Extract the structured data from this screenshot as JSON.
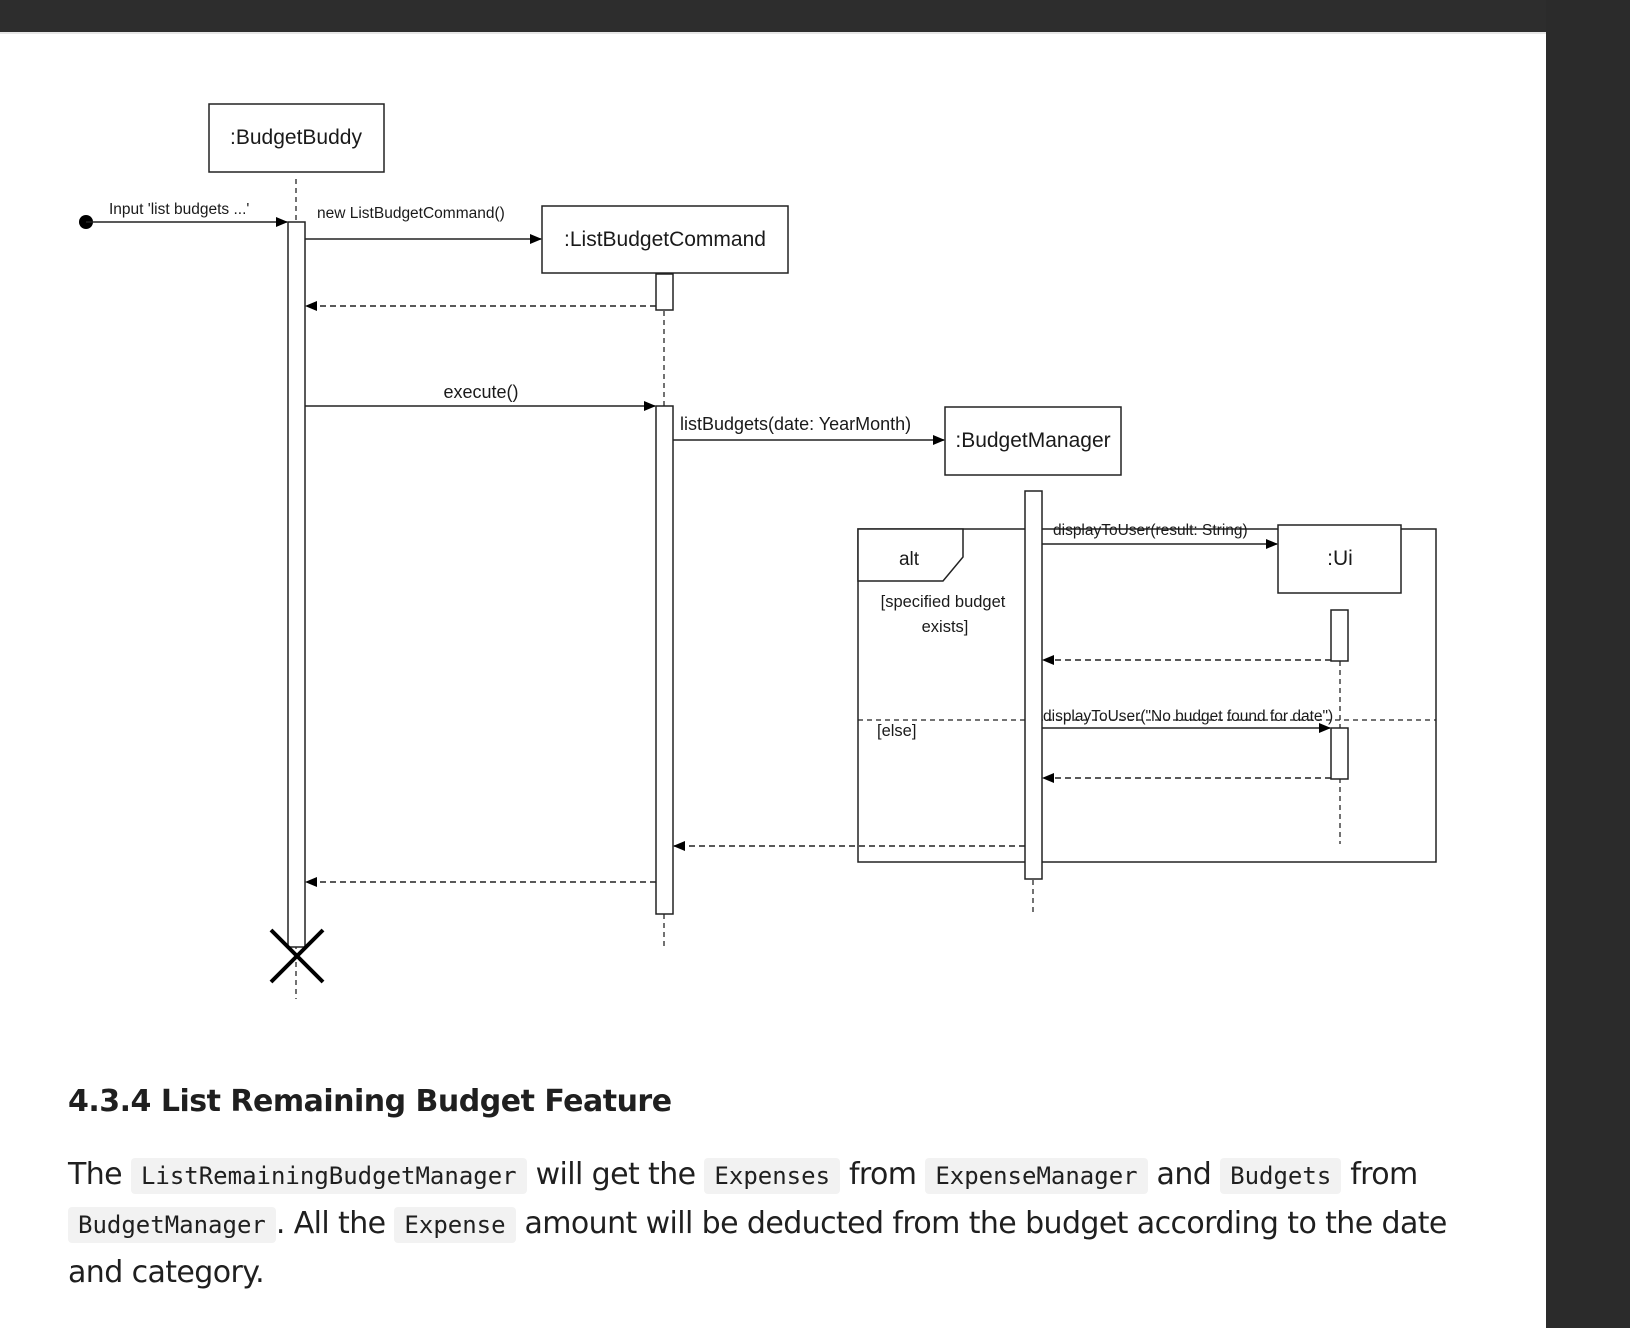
{
  "diagram": {
    "participants": {
      "budget_buddy": ":BudgetBuddy",
      "list_budget_command": ":ListBudgetCommand",
      "budget_manager": ":BudgetManager",
      "ui": ":Ui"
    },
    "messages": {
      "input": "Input 'list budgets ...'",
      "new_command": "new ListBudgetCommand()",
      "execute": "execute()",
      "list_budgets": "listBudgets(date: YearMonth)",
      "display_result": "displayToUser(result: String)",
      "display_no_budget": "displayToUser(\"No budget found for date\")"
    },
    "fragment": {
      "operator": "alt",
      "guard_line1": "[specified budget",
      "guard_line2": "exists]",
      "else_guard": "[else]"
    }
  },
  "section": {
    "heading": "4.3.4 List Remaining Budget Feature",
    "text": {
      "t1": "The",
      "c1": "ListRemainingBudgetManager",
      "t2": "will get the",
      "c2": "Expenses",
      "t3": "from",
      "c3": "ExpenseManager",
      "t4": "and",
      "c4": "Budgets",
      "t5": "from",
      "c5": "BudgetManager",
      "t6": ". All the",
      "c6": "Expense",
      "t7": "amount will be deducted from the budget according to the date and category."
    }
  },
  "colors": {
    "top_bar": "#2d2d2d",
    "side_bar": "#2b2b2b",
    "code_bg": "#f2f2f2"
  }
}
